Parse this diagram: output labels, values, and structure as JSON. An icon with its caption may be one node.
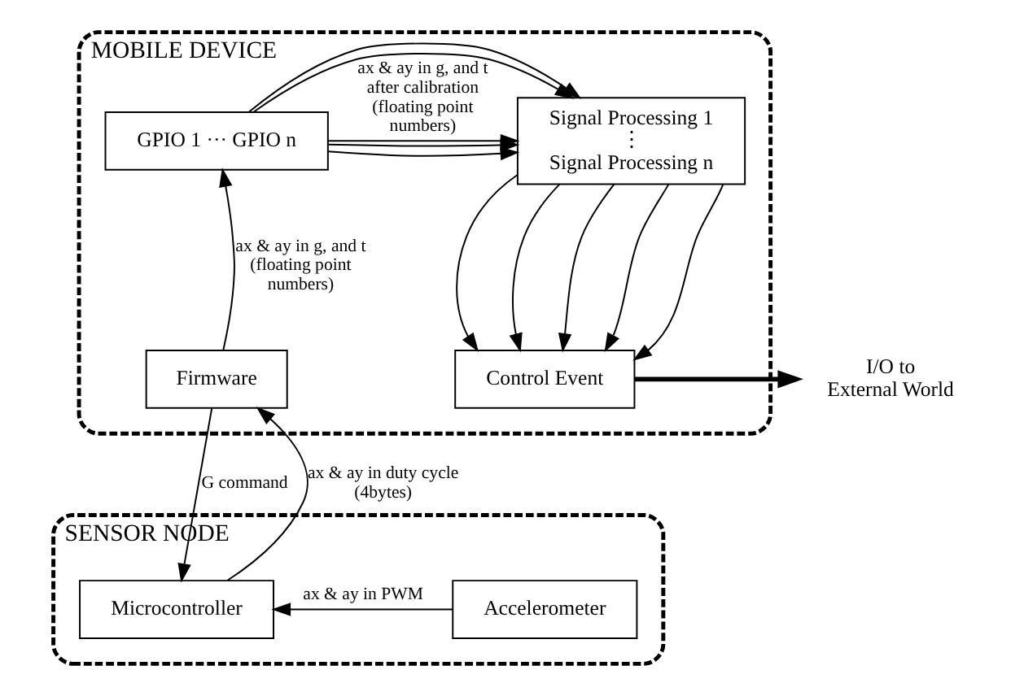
{
  "diagram": {
    "nodes": [
      {
        "text": [
          "MOBILE DEVICE"
        ]
      },
      {
        "text": [
          "GPIO 1 ··· GPIO n"
        ],
        "in": 0
      },
      {
        "text": [
          "Signal Processing 1",
          "⋮",
          "Signal Processing n"
        ],
        "in": 0
      },
      {
        "text": [
          "Firmware"
        ],
        "in": 0
      },
      {
        "text": [
          "Control Event"
        ],
        "in": 0
      },
      {
        "text": [
          "I/O to External World"
        ]
      },
      {
        "text": [
          "SENSOR NODE"
        ]
      },
      {
        "text": [
          "Microcontroller"
        ],
        "in": 6
      },
      {
        "text": [
          "Accelerometer"
        ],
        "in": 6
      }
    ],
    "edges": [
      {
        "from": 3,
        "to": 1,
        "arrow": "to",
        "label": "ax & ay in g, and t (floating point numbers)"
      },
      {
        "from": 1,
        "to": 2,
        "arrow": "to"
      },
      {
        "from": 1,
        "to": 2,
        "arrow": "to"
      },
      {
        "from": 1,
        "to": 2,
        "arrow": "to"
      },
      {
        "from": 1,
        "to": 2,
        "arrow": "to"
      },
      {
        "from": 1,
        "to": 2,
        "arrow": "to",
        "label": "ax & ay in g, and t after calibration (floating point numbers)"
      },
      {
        "from": 2,
        "to": 4,
        "arrow": "to"
      },
      {
        "from": 2,
        "to": 4,
        "arrow": "to"
      },
      {
        "from": 2,
        "to": 4,
        "arrow": "to"
      },
      {
        "from": 2,
        "to": 4,
        "arrow": "to"
      },
      {
        "from": 2,
        "to": 4,
        "arrow": "to"
      },
      {
        "from": 4,
        "to": 5,
        "arrow": "to",
        "style": "thick"
      },
      {
        "from": 3,
        "to": 7,
        "arrow": "to",
        "label": "G command"
      },
      {
        "from": 7,
        "to": 3,
        "arrow": "to",
        "label": "ax & ay in duty cycle (4bytes)"
      },
      {
        "from": 8,
        "to": 7,
        "arrow": "to",
        "label": "ax & ay in PWM"
      }
    ]
  }
}
